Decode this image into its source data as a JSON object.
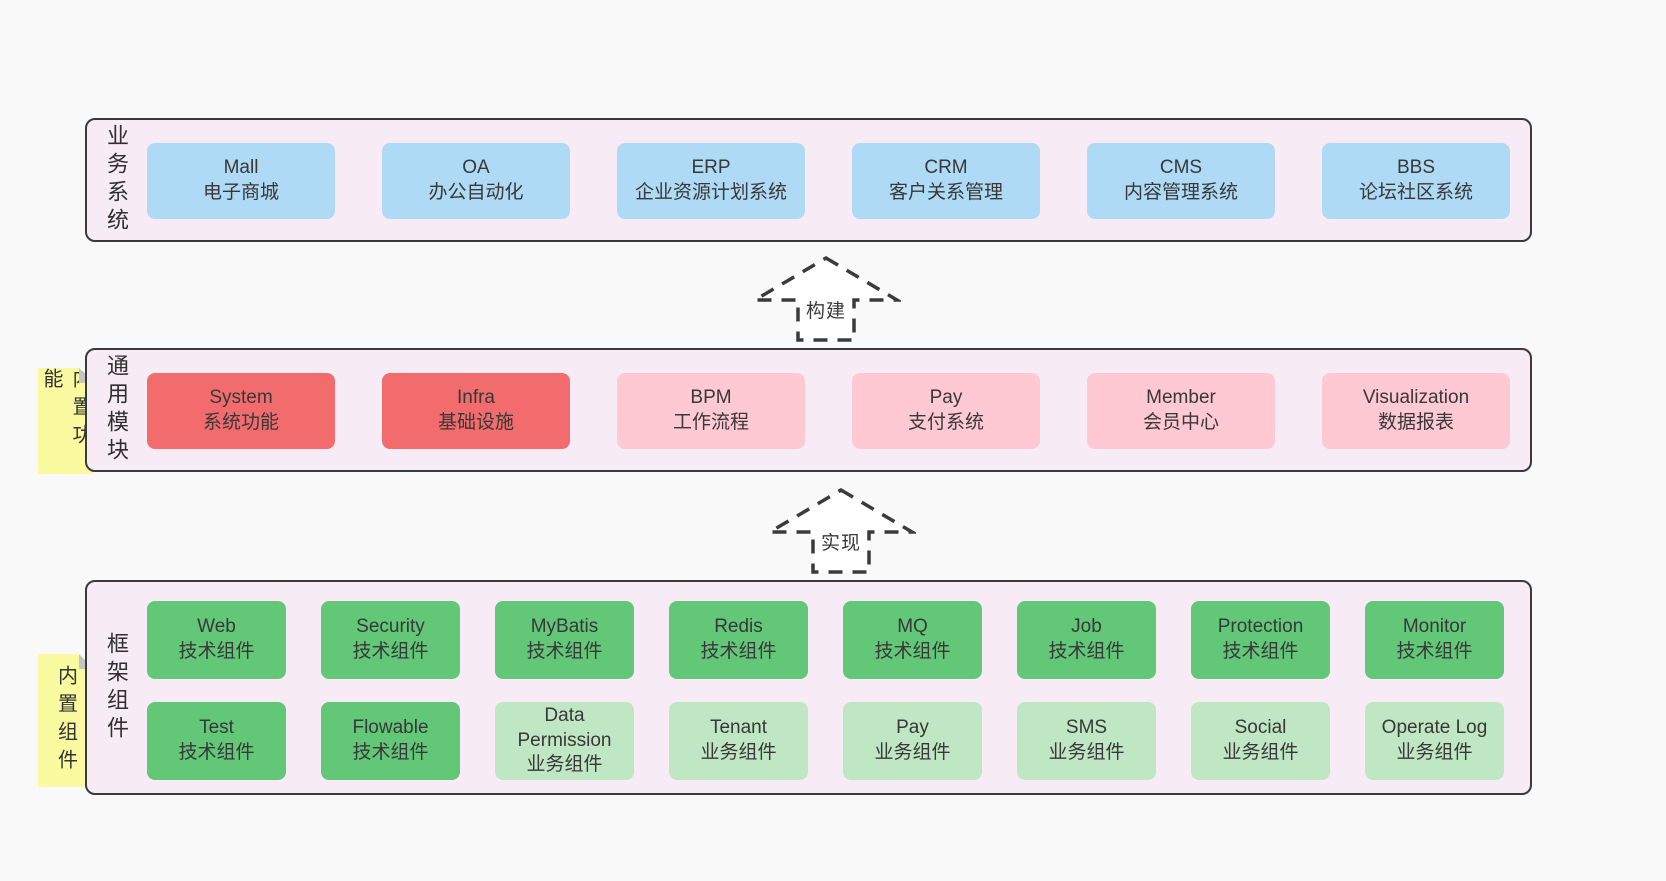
{
  "colors": {
    "page_bg": "#f9f9f9",
    "band_bg": "#f7ecf5",
    "band_border": "#3a3a3a",
    "blue_box": "#aedaf5",
    "red_box": "#f26c6e",
    "pink_box": "#fec9d2",
    "green_dark_box": "#63c778",
    "green_light_box": "#bfe7c3",
    "note_yellow": "#fafaa0",
    "note_fold_gray": "#c4c4c4",
    "text": "#3a3a3a"
  },
  "bands": [
    {
      "label": "业务系统",
      "boxes": [
        {
          "en": "Mall",
          "zh": "电子商城",
          "type": "blue"
        },
        {
          "en": "OA",
          "zh": "办公自动化",
          "type": "blue"
        },
        {
          "en": "ERP",
          "zh": "企业资源计划系统",
          "type": "blue"
        },
        {
          "en": "CRM",
          "zh": "客户关系管理",
          "type": "blue"
        },
        {
          "en": "CMS",
          "zh": "内容管理系统",
          "type": "blue"
        },
        {
          "en": "BBS",
          "zh": "论坛社区系统",
          "type": "blue"
        }
      ]
    },
    {
      "label": "通用模块",
      "note": "内置功能",
      "boxes": [
        {
          "en": "System",
          "zh": "系统功能",
          "type": "red"
        },
        {
          "en": "Infra",
          "zh": "基础设施",
          "type": "red"
        },
        {
          "en": "BPM",
          "zh": "工作流程",
          "type": "pink"
        },
        {
          "en": "Pay",
          "zh": "支付系统",
          "type": "pink"
        },
        {
          "en": "Member",
          "zh": "会员中心",
          "type": "pink"
        },
        {
          "en": "Visualization",
          "zh": "数据报表",
          "type": "pink"
        }
      ]
    },
    {
      "label": "框架组件",
      "note": "内置组件",
      "rows": [
        [
          {
            "en": "Web",
            "zh": "技术组件",
            "type": "green-dark"
          },
          {
            "en": "Security",
            "zh": "技术组件",
            "type": "green-dark"
          },
          {
            "en": "MyBatis",
            "zh": "技术组件",
            "type": "green-dark"
          },
          {
            "en": "Redis",
            "zh": "技术组件",
            "type": "green-dark"
          },
          {
            "en": "MQ",
            "zh": "技术组件",
            "type": "green-dark"
          },
          {
            "en": "Job",
            "zh": "技术组件",
            "type": "green-dark"
          },
          {
            "en": "Protection",
            "zh": "技术组件",
            "type": "green-dark"
          },
          {
            "en": "Monitor",
            "zh": "技术组件",
            "type": "green-dark"
          }
        ],
        [
          {
            "en": "Test",
            "zh": "技术组件",
            "type": "green-dark"
          },
          {
            "en": "Flowable",
            "zh": "技术组件",
            "type": "green-dark"
          },
          {
            "en": "Data Permission",
            "zh": "业务组件",
            "type": "green-light"
          },
          {
            "en": "Tenant",
            "zh": "业务组件",
            "type": "green-light"
          },
          {
            "en": "Pay",
            "zh": "业务组件",
            "type": "green-light"
          },
          {
            "en": "SMS",
            "zh": "业务组件",
            "type": "green-light"
          },
          {
            "en": "Social",
            "zh": "业务组件",
            "type": "green-light"
          },
          {
            "en": "Operate Log",
            "zh": "业务组件",
            "type": "green-light"
          }
        ]
      ]
    }
  ],
  "arrows": [
    {
      "label": "构建"
    },
    {
      "label": "实现"
    }
  ]
}
